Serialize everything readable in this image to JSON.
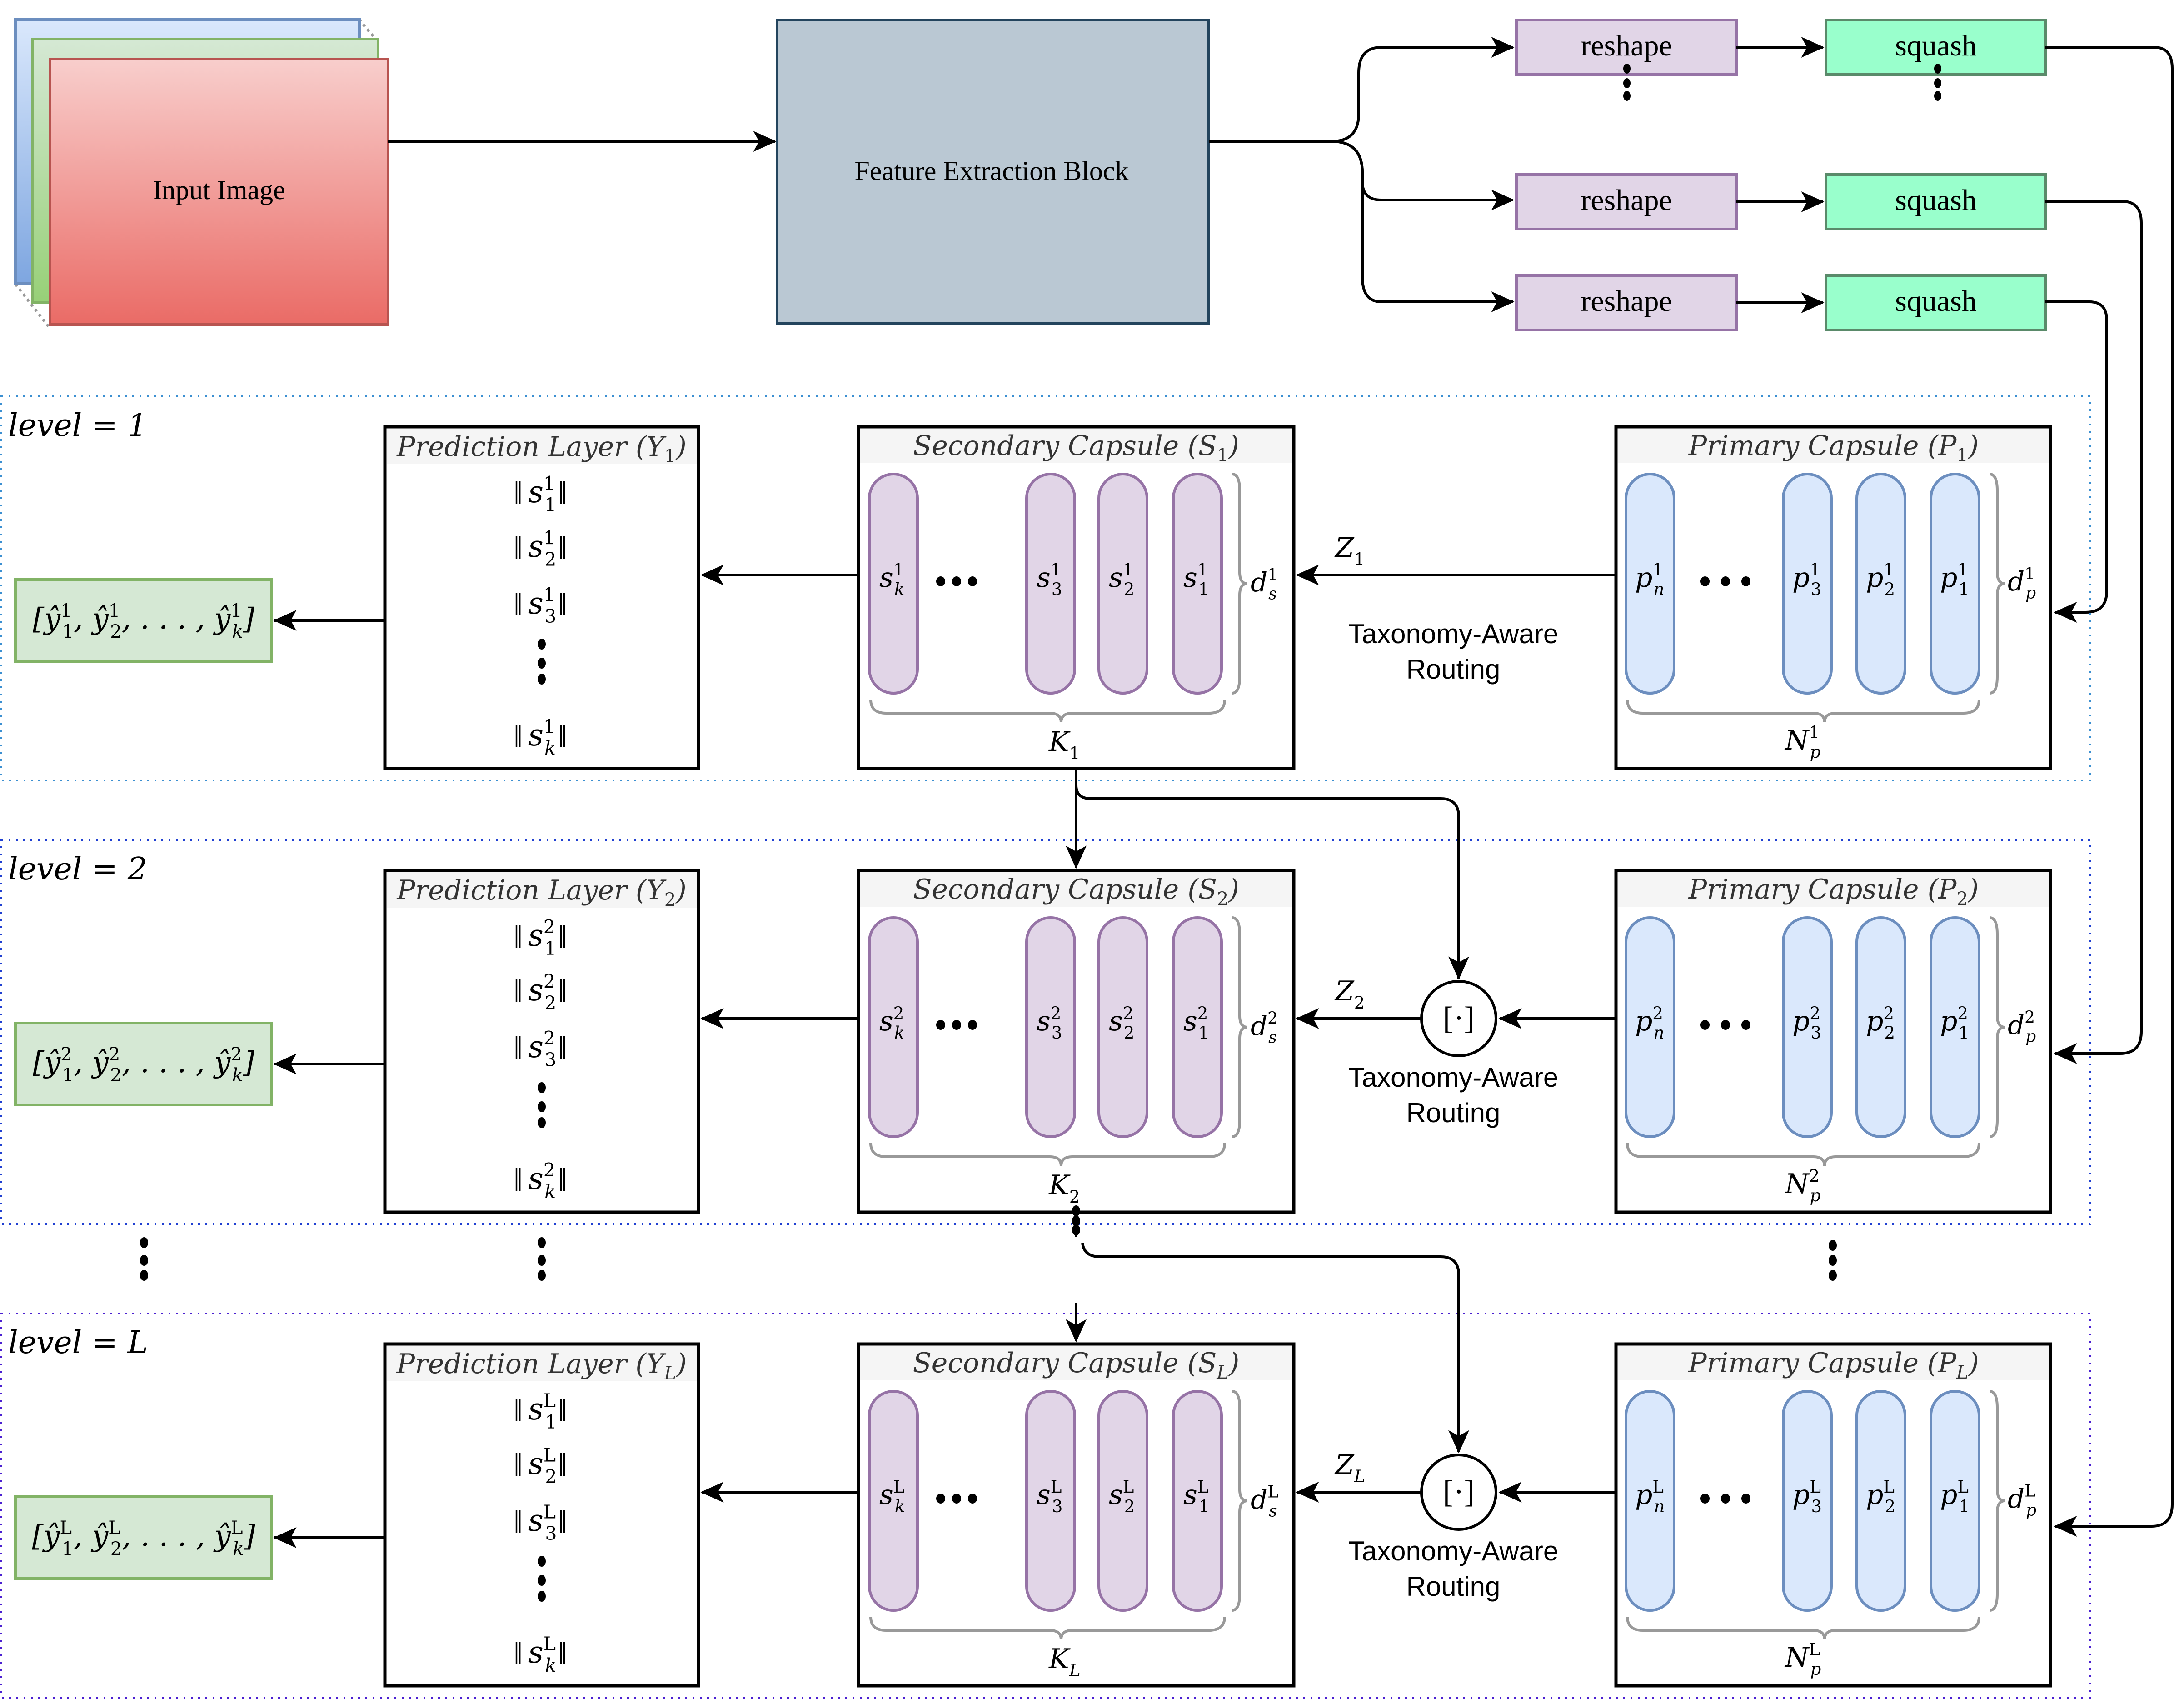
{
  "colors": {
    "input_blue_fill_top": "#dae8fc",
    "input_blue_fill_bottom": "#7ea6e0",
    "input_blue_stroke": "#6c8ebf",
    "input_green_fill_top": "#d5e8d4",
    "input_green_fill_bottom": "#97d077",
    "input_green_stroke": "#82b366",
    "input_red_fill_top": "#f8cecc",
    "input_red_fill_bottom": "#ea6b66",
    "input_red_stroke": "#b85450",
    "feature_fill": "#bac8d3",
    "feature_stroke": "#23445d",
    "reshape_fill": "#e1d5e7",
    "reshape_stroke": "#9673a6",
    "squash_fill": "#99ffcc",
    "squash_stroke": "#5a8a6a",
    "secondary_capsule_fill": "#e1d5e7",
    "secondary_capsule_stroke": "#9673a6",
    "primary_capsule_fill": "#dae8fc",
    "primary_capsule_stroke": "#6c8ebf",
    "output_fill": "#d5e8d4",
    "output_stroke": "#82b366",
    "panel_header_fill": "#f5f5f5",
    "brace_stroke": "#999999",
    "level_border_1": "#3b8fd1",
    "level_border_2": "#1f3fd1",
    "level_border_L": "#4a1fd1"
  },
  "top": {
    "input_image_label": "Input Image",
    "feature_block_label": "Feature Extraction Block",
    "reshape_label": "reshape",
    "squash_label": "squash"
  },
  "routing_label_line1": "Taxonomy-Aware",
  "routing_label_line2": "Routing",
  "concat_symbol": "[·]",
  "levels": [
    {
      "id": "1",
      "title": "level = 1",
      "prediction_title": "Prediction Layer (Y",
      "prediction_sub": "1",
      "norms": [
        {
          "base": "s",
          "sup": "1",
          "sub": "1"
        },
        {
          "base": "s",
          "sup": "1",
          "sub": "2"
        },
        {
          "base": "s",
          "sup": "1",
          "sub": "3"
        },
        {
          "base": "s",
          "sup": "1",
          "sub": "k"
        }
      ],
      "output_sup": "1",
      "secondary_title": "Secondary Capsule (S",
      "secondary_sub": "1",
      "secondary_caps": [
        {
          "base": "s",
          "sup": "1",
          "sub": "k"
        },
        {
          "base": "s",
          "sup": "1",
          "sub": "3"
        },
        {
          "base": "s",
          "sup": "1",
          "sub": "2"
        },
        {
          "base": "s",
          "sup": "1",
          "sub": "1"
        }
      ],
      "secondary_dim": {
        "base": "d",
        "sup": "1",
        "sub": "s"
      },
      "secondary_count": {
        "base": "K",
        "sub": "1"
      },
      "routing_var": {
        "base": "Z",
        "sub": "1"
      },
      "has_concat": false,
      "primary_title": "Primary Capsule (P",
      "primary_sub": "1",
      "primary_caps": [
        {
          "base": "p",
          "sup": "1",
          "sub": "n"
        },
        {
          "base": "p",
          "sup": "1",
          "sub": "3"
        },
        {
          "base": "p",
          "sup": "1",
          "sub": "2"
        },
        {
          "base": "p",
          "sup": "1",
          "sub": "1"
        }
      ],
      "primary_dim": {
        "base": "d",
        "sup": "1",
        "sub": "p"
      },
      "primary_count": {
        "base": "N",
        "sup": "1",
        "sub": "p"
      }
    },
    {
      "id": "2",
      "title": "level = 2",
      "prediction_title": "Prediction Layer (Y",
      "prediction_sub": "2",
      "norms": [
        {
          "base": "s",
          "sup": "2",
          "sub": "1"
        },
        {
          "base": "s",
          "sup": "2",
          "sub": "2"
        },
        {
          "base": "s",
          "sup": "2",
          "sub": "3"
        },
        {
          "base": "s",
          "sup": "2",
          "sub": "k"
        }
      ],
      "output_sup": "2",
      "secondary_title": "Secondary Capsule (S",
      "secondary_sub": "2",
      "secondary_caps": [
        {
          "base": "s",
          "sup": "2",
          "sub": "k"
        },
        {
          "base": "s",
          "sup": "2",
          "sub": "3"
        },
        {
          "base": "s",
          "sup": "2",
          "sub": "2"
        },
        {
          "base": "s",
          "sup": "2",
          "sub": "1"
        }
      ],
      "secondary_dim": {
        "base": "d",
        "sup": "2",
        "sub": "s"
      },
      "secondary_count": {
        "base": "K",
        "sub": "2"
      },
      "routing_var": {
        "base": "Z",
        "sub": "2"
      },
      "has_concat": true,
      "primary_title": "Primary Capsule (P",
      "primary_sub": "2",
      "primary_caps": [
        {
          "base": "p",
          "sup": "2",
          "sub": "n"
        },
        {
          "base": "p",
          "sup": "2",
          "sub": "3"
        },
        {
          "base": "p",
          "sup": "2",
          "sub": "2"
        },
        {
          "base": "p",
          "sup": "2",
          "sub": "1"
        }
      ],
      "primary_dim": {
        "base": "d",
        "sup": "2",
        "sub": "p"
      },
      "primary_count": {
        "base": "N",
        "sup": "2",
        "sub": "p"
      }
    },
    {
      "id": "L",
      "title": "level = L",
      "prediction_title": "Prediction Layer (Y",
      "prediction_sub": "L",
      "norms": [
        {
          "base": "s",
          "sup": "L",
          "sub": "1"
        },
        {
          "base": "s",
          "sup": "L",
          "sub": "2"
        },
        {
          "base": "s",
          "sup": "L",
          "sub": "3"
        },
        {
          "base": "s",
          "sup": "L",
          "sub": "k"
        }
      ],
      "output_sup": "L",
      "secondary_title": "Secondary Capsule (S",
      "secondary_sub": "L",
      "secondary_caps": [
        {
          "base": "s",
          "sup": "L",
          "sub": "k"
        },
        {
          "base": "s",
          "sup": "L",
          "sub": "3"
        },
        {
          "base": "s",
          "sup": "L",
          "sub": "2"
        },
        {
          "base": "s",
          "sup": "L",
          "sub": "1"
        }
      ],
      "secondary_dim": {
        "base": "d",
        "sup": "L",
        "sub": "s"
      },
      "secondary_count": {
        "base": "K",
        "sub": "L"
      },
      "routing_var": {
        "base": "Z",
        "sub": "L"
      },
      "has_concat": true,
      "primary_title": "Primary Capsule (P",
      "primary_sub": "L",
      "primary_caps": [
        {
          "base": "p",
          "sup": "L",
          "sub": "n"
        },
        {
          "base": "p",
          "sup": "L",
          "sub": "3"
        },
        {
          "base": "p",
          "sup": "L",
          "sub": "2"
        },
        {
          "base": "p",
          "sup": "L",
          "sub": "1"
        }
      ],
      "primary_dim": {
        "base": "d",
        "sup": "L",
        "sub": "p"
      },
      "primary_count": {
        "base": "N",
        "sup": "L",
        "sub": "p"
      }
    }
  ]
}
